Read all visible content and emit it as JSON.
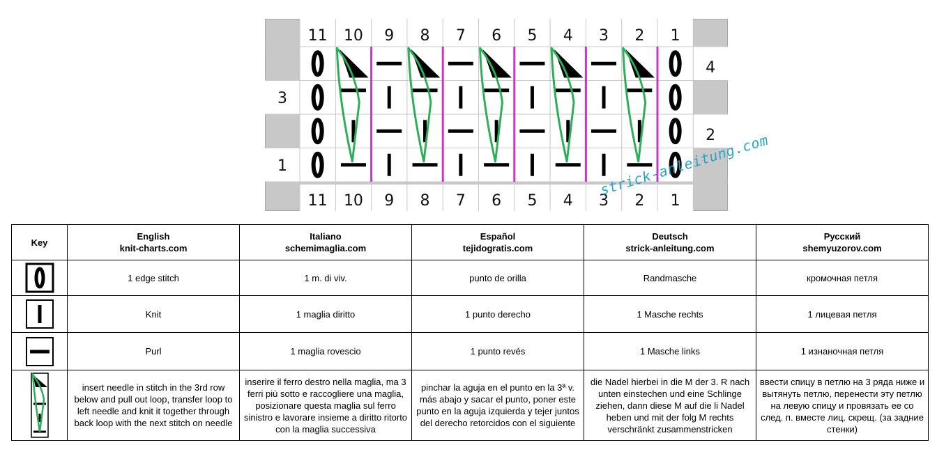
{
  "chart": {
    "col_numbers": [
      "11",
      "10",
      "9",
      "8",
      "7",
      "6",
      "5",
      "4",
      "3",
      "2",
      "1"
    ],
    "row_numbers_left": [
      "3",
      "1"
    ],
    "row_numbers_right": [
      "4",
      "2"
    ],
    "colors": {
      "header_bg": "#c8c8c8",
      "grid": "#c8c8c8",
      "divider": "#cc33cc",
      "cable": "#2fae5a",
      "stitch": "#000000"
    }
  },
  "watermark": "strick-anleitung.com",
  "key_table": {
    "headers": [
      {
        "lang": "Key",
        "site": ""
      },
      {
        "lang": "English",
        "site": "knit-charts.com"
      },
      {
        "lang": "Italiano",
        "site": "schemimaglia.com"
      },
      {
        "lang": "Español",
        "site": "tejidogratis.com"
      },
      {
        "lang": "Deutsch",
        "site": "strick-anleitung.com"
      },
      {
        "lang": "Русский",
        "site": "shemyuzorov.com"
      }
    ],
    "rows": [
      {
        "symbol": "edge-stitch-icon",
        "cells": [
          "1 edge stitch",
          "1 m. di viv.",
          "punto de orilla",
          "Randmasche",
          "кромочная петля"
        ]
      },
      {
        "symbol": "knit-icon",
        "cells": [
          "Knit",
          "1 maglia diritto",
          "1 punto derecho",
          "1 Masche rechts",
          "1 лицевая петля"
        ]
      },
      {
        "symbol": "purl-icon",
        "cells": [
          "Purl",
          "1 maglia rovescio",
          "1 punto revés",
          "1 Masche links",
          "1 изнаночная петля"
        ]
      },
      {
        "symbol": "pulled-loop-icon",
        "cells": [
          "insert needle in stitch in the 3rd row below and pull out loop, transfer loop to left needle and knit it together through back loop with the next stitch on needle",
          "inserire il ferro destro nella maglia, ma 3 ferri più sotto e raccogliere una maglia, posizionare questa maglia sul ferro sinistro e lavorare insieme a diritto ritorto con la maglia successiva",
          "pinchar la aguja en el punto en la 3ª v. más abajo y sacar el punto, poner este punto en la aguja izquierda y tejer juntos del derecho retorcidos con el siguiente",
          "die Nadel hierbei in die M der 3. R nach unten einstechen und eine Schlinge ziehen, dann diese M auf die li Nadel heben und mit der folg M rechts verschränkt zusammenstricken",
          "ввести спицу в петлю на 3 ряда ниже и вытянуть петлю, перенести эту петлю на левую спицу и провязать ее со след. п. вместе лиц. скрещ. (за задние стенки)"
        ]
      }
    ]
  }
}
